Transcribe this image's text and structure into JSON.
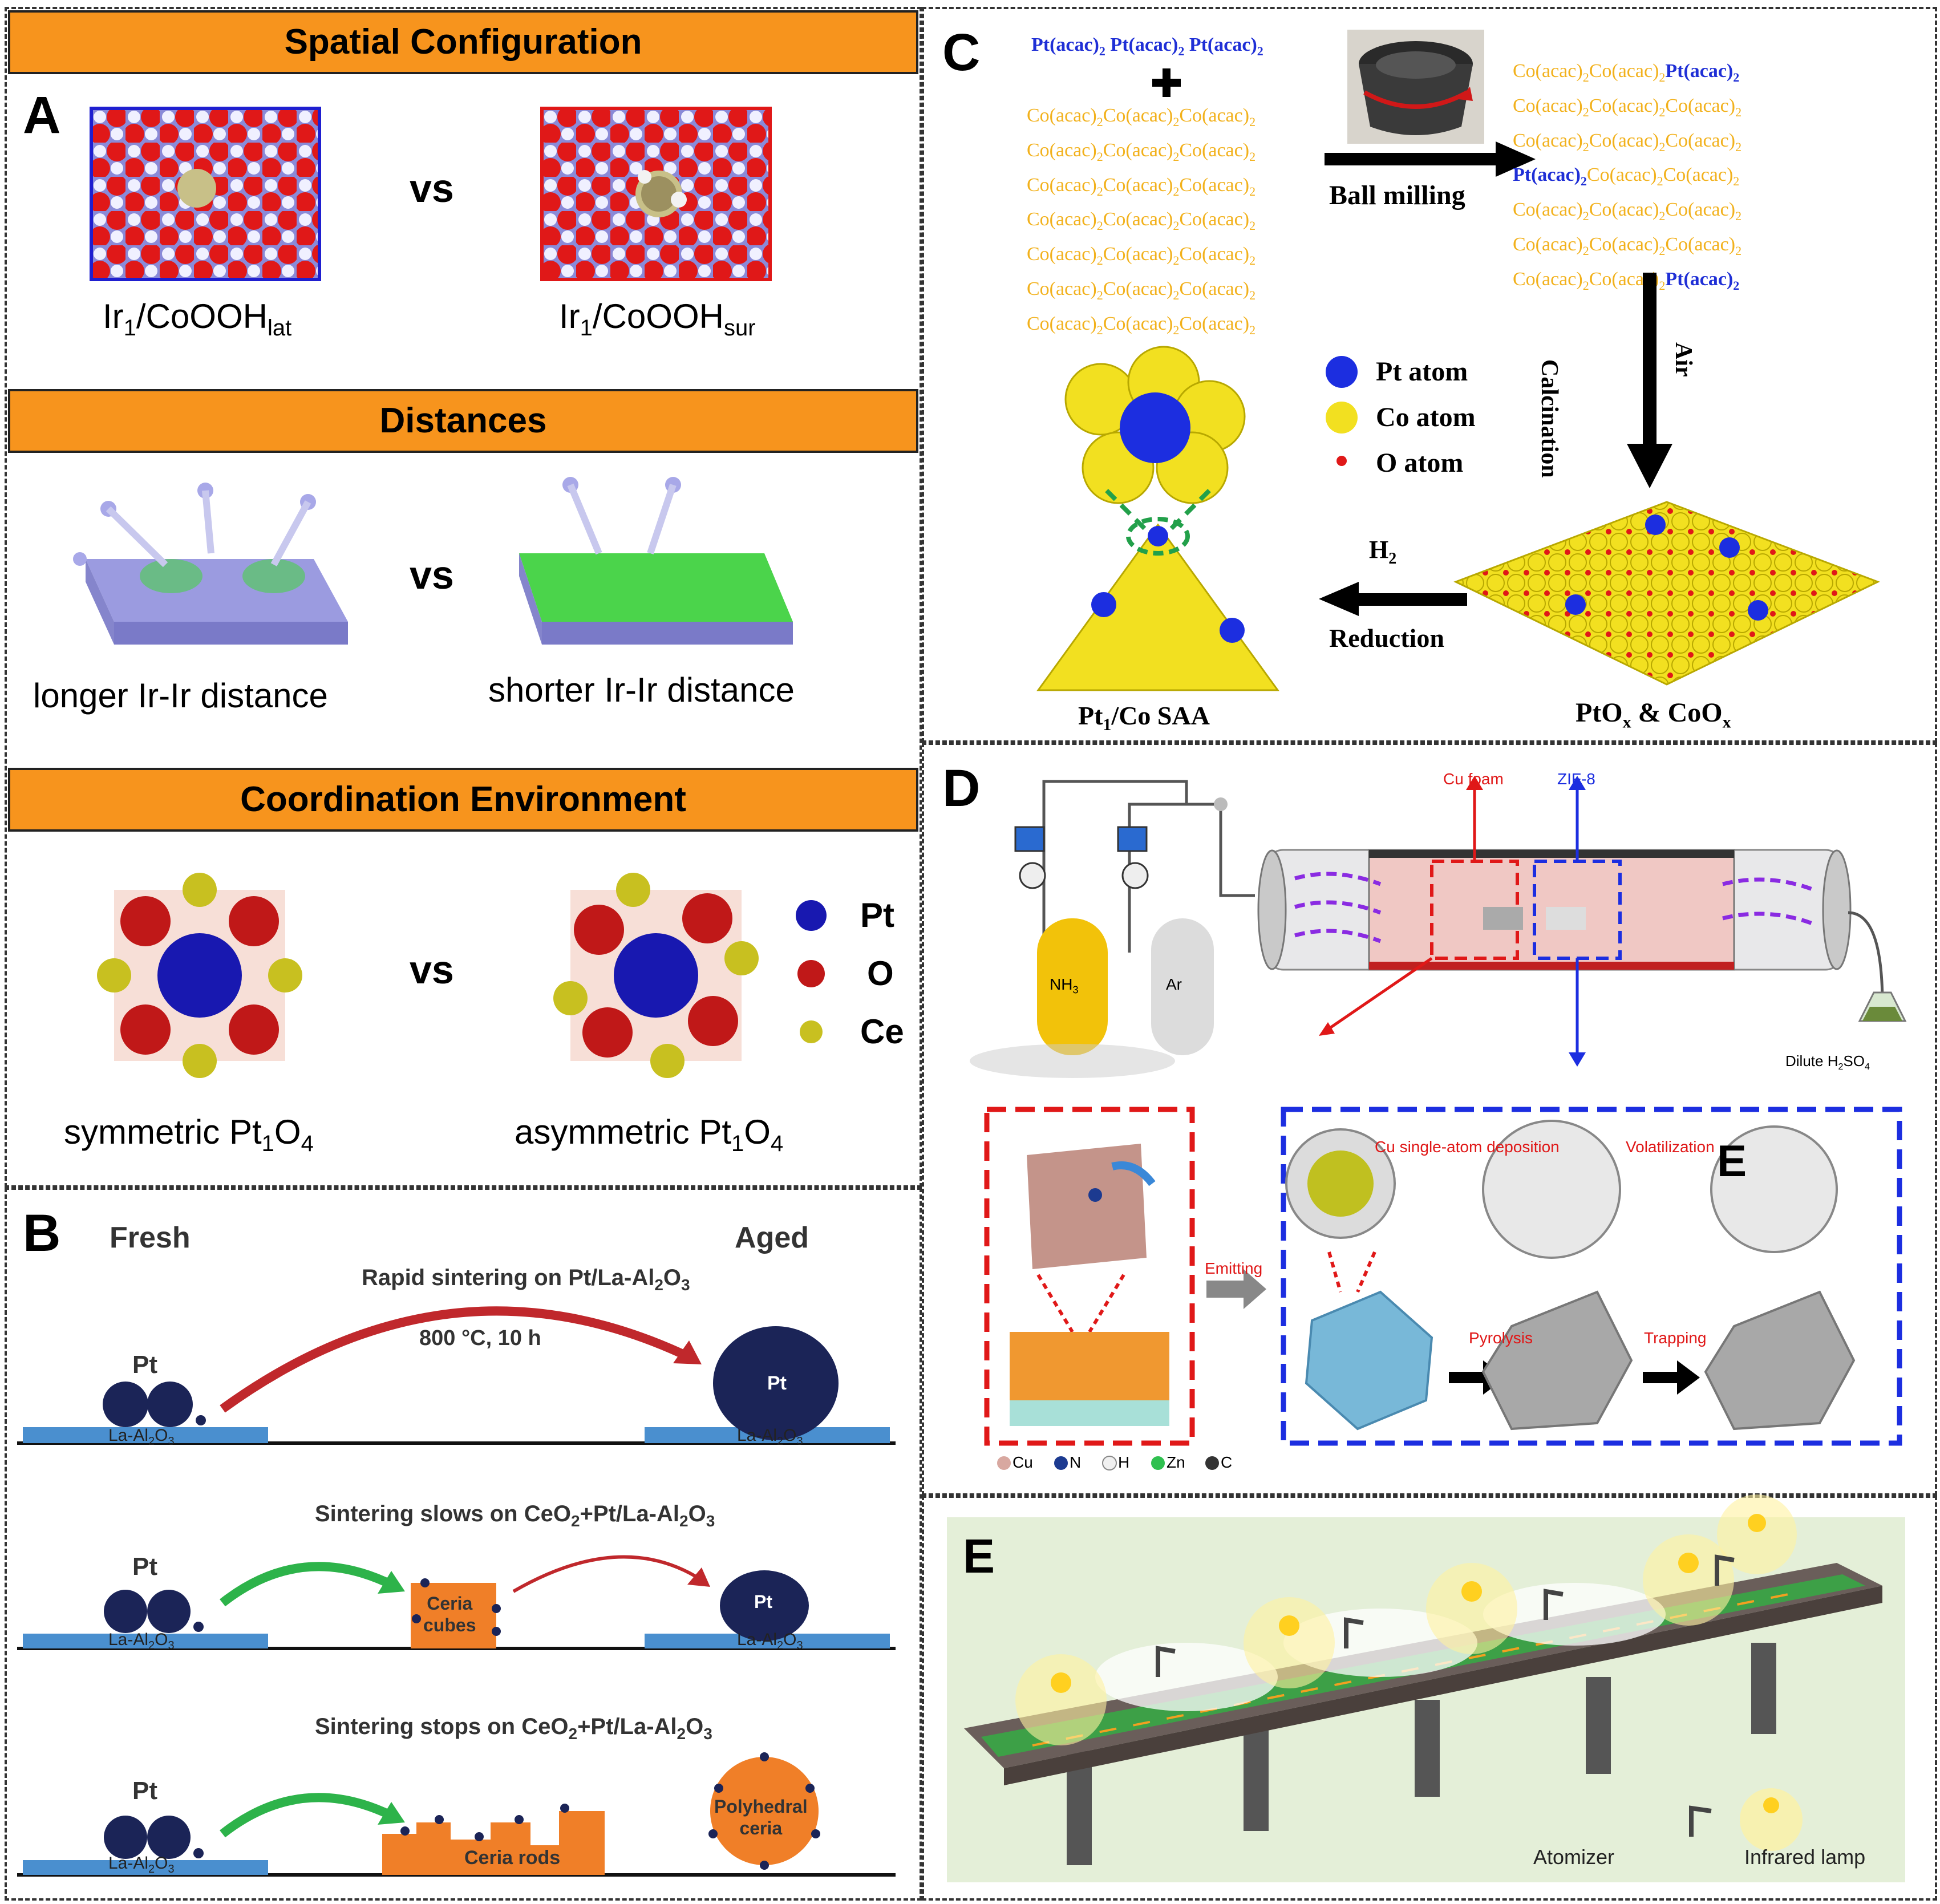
{
  "panelA": {
    "letter": "A",
    "banner_spatial": "Spatial Configuration",
    "banner_distances": "Distances",
    "banner_coord": "Coordination Environment",
    "vs": "vs",
    "lat_label": "Ir",
    "lat_sub1": "1",
    "lat_rest": "/CoOOH",
    "lat_sub2": "lat",
    "sur_label": "Ir",
    "sur_sub1": "1",
    "sur_rest": "/CoOOH",
    "sur_sub2": "sur",
    "longer": "longer Ir-Ir distance",
    "shorter": "shorter Ir-Ir distance",
    "sym_pre": "symmetric Pt",
    "asym_pre": "asymmetric Pt",
    "sub_1": "1",
    "mid_O": "O",
    "sub_4": "4",
    "legend_pt": "Pt",
    "legend_o": "O",
    "legend_ce": "Ce"
  },
  "panelB": {
    "letter": "B",
    "fresh": "Fresh",
    "aged": "Aged",
    "row1_title_pre": "Rapid sintering on Pt/La-Al",
    "row1_cond": "800 °C, 10 h",
    "row2_title_pre": "Sintering slows on CeO",
    "row3_title_pre": "Sintering stops on CeO",
    "title_mid": "+Pt/La-Al",
    "sub2": "2",
    "sub3": "3",
    "pt": "Pt",
    "support": "La-Al",
    "support_o": "O",
    "ceria_cubes_1": "Ceria",
    "ceria_cubes_2": "cubes",
    "ceria_rods": "Ceria rods",
    "poly_1": "Polyhedral",
    "poly_2": "ceria"
  },
  "panelC": {
    "letter": "C",
    "pt_acac": "Pt(acac)",
    "co_acac": "Co(acac)",
    "sub2": "2",
    "ball_milling": "Ball milling",
    "calcination": "Calcination",
    "air": "Air",
    "h2_pre": "H",
    "reduction": "Reduction",
    "legend_pt": "Pt atom",
    "legend_co": "Co atom",
    "legend_o": "O atom",
    "saa_pre": "Pt",
    "saa_mid": "/Co SAA",
    "ptox_pre": "PtO",
    "ptox_mid": " & CoO",
    "sub_x": "x",
    "sub_1": "1"
  },
  "panelD": {
    "letter": "D",
    "cu_foam": "Cu foam",
    "zif8": "ZIF-8",
    "nh3": "NH",
    "nh3_sub": "3",
    "ar": "Ar",
    "dilute_pre": "Dilute H",
    "dilute_sub": "2",
    "dilute_mid": "SO",
    "dilute_sub2": "4",
    "emitting": "Emitting",
    "cu_dep": "Cu single-atom deposition",
    "volatilization": "Volatilization",
    "pyrolysis": "Pyrolysis",
    "trapping": "Trapping",
    "inner_letter": "E",
    "legend": [
      "Cu",
      "N",
      "H",
      "Zn",
      "C"
    ]
  },
  "panelE": {
    "letter": "E",
    "atomizer": "Atomizer",
    "infrared": "Infrared lamp"
  }
}
